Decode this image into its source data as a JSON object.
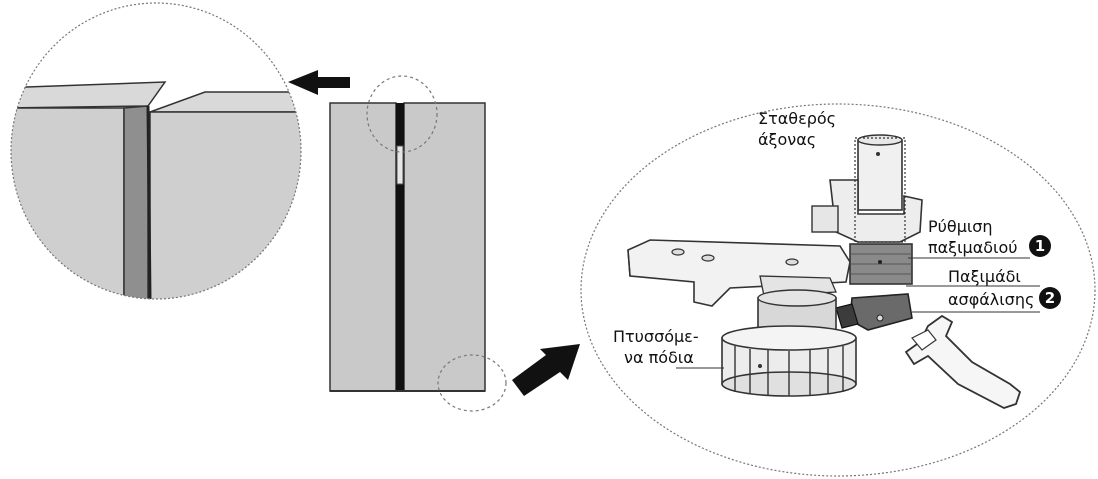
{
  "labels": {
    "fixed_axis_line1": "Σταθερός",
    "fixed_axis_line2": "άξονας",
    "adjust_nut_line1": "Ρύθμιση",
    "adjust_nut_line2": "παξιμαδιού",
    "lock_nut_line1": "Παξιμάδι",
    "lock_nut_line2": "ασφάλισης",
    "folding_feet_line1": "Πτυσσόμε-",
    "folding_feet_line2": "να πόδια"
  },
  "badges": {
    "adjust_nut": "1",
    "lock_nut": "2"
  },
  "colors": {
    "door_fill": "#c9c9c9",
    "door_gap": "#111111",
    "door_face": "#d4d4d4",
    "door_side": "#8f8f8f",
    "arrow": "#111111",
    "badge": "#111111"
  }
}
